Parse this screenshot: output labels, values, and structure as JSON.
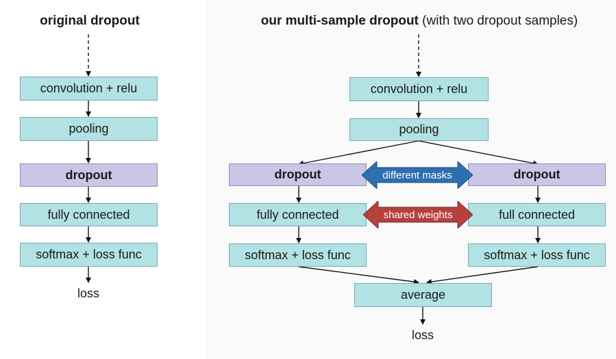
{
  "left": {
    "title": "original dropout",
    "boxes": [
      "convolution + relu",
      "pooling",
      "dropout",
      "fully connected",
      "softmax + loss func"
    ],
    "output": "loss"
  },
  "right": {
    "title_bold": "our multi-sample dropout",
    "title_rest": " (with two dropout samples)",
    "conv": "convolution + relu",
    "pool": "pooling",
    "dropout_left": "dropout",
    "dropout_right": "dropout",
    "fc_left": "fully connected",
    "fc_right": "full connected",
    "softmax_left": "softmax + loss func",
    "softmax_right": "softmax + loss func",
    "average": "average",
    "output": "loss",
    "masks_label": "different masks",
    "weights_label": "shared weights"
  },
  "colors": {
    "box_fill": "#b3e2e4",
    "dropout_fill": "#c9c6e6",
    "masks_arrow": "#2f6fb0",
    "weights_arrow": "#b5403c"
  }
}
